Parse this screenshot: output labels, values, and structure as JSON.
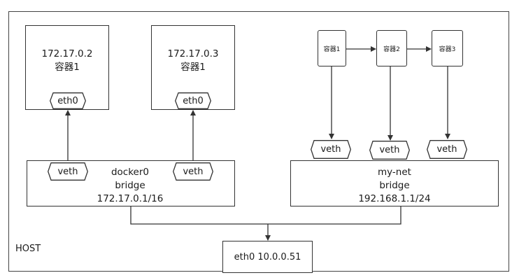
{
  "host": {
    "label": "HOST"
  },
  "containers": [
    {
      "ip": "172.17.0.2",
      "name": "容器1",
      "iface": "eth0"
    },
    {
      "ip": "172.17.0.3",
      "name": "容器1",
      "iface": "eth0"
    }
  ],
  "docker0": {
    "name": "docker0",
    "type": "bridge",
    "cidr": "172.17.0.1/16",
    "veth": [
      "veth",
      "veth"
    ]
  },
  "mynet": {
    "name": "my-net",
    "type": "bridge",
    "cidr": "192.168.1.1/24",
    "veth": [
      "veth",
      "veth",
      "veth"
    ],
    "containers": [
      "容器1",
      "容器2",
      "容器3"
    ]
  },
  "host_iface": {
    "label": "eth0 10.0.0.51"
  }
}
